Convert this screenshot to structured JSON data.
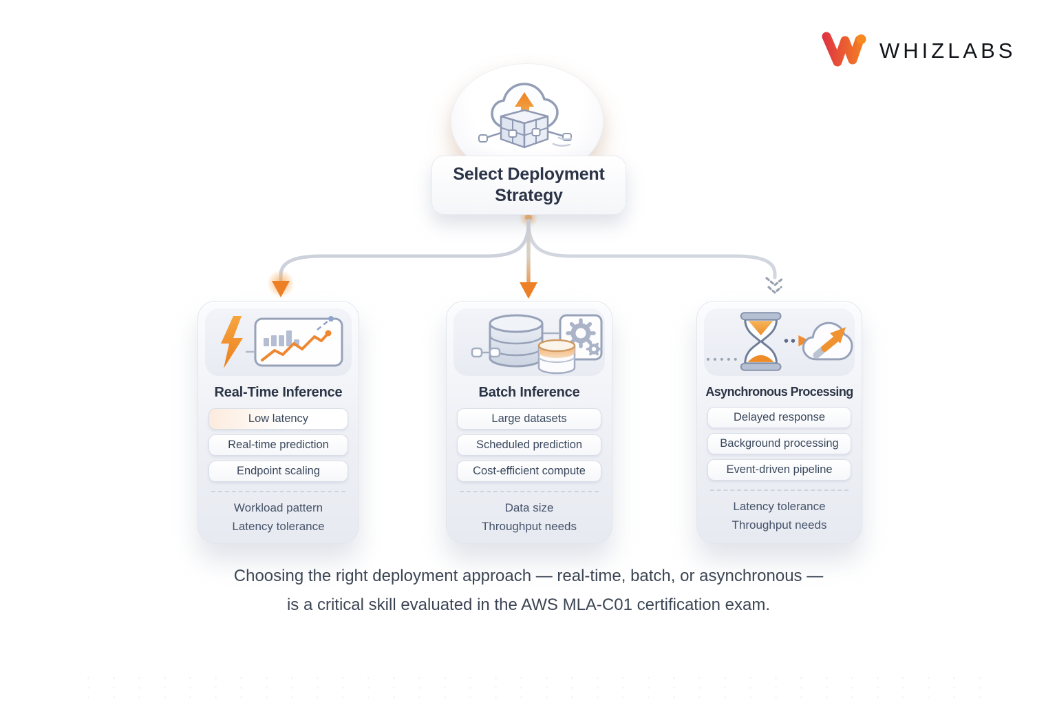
{
  "brand": {
    "name": "WHIZLABS",
    "mark_icon": "whizlabs-w-mark",
    "red": "#DE2F44",
    "orange": "#F6891F"
  },
  "root": {
    "title_line1": "Select Deployment",
    "title_line2": "Strategy",
    "icon": "cloud-deploy-upload-icon"
  },
  "flow": {
    "branches": [
      {
        "target": "realtime",
        "arrow_style": "solid-orange-glow"
      },
      {
        "target": "batch",
        "arrow_style": "solid-orange"
      },
      {
        "target": "async",
        "arrow_style": "dotted-gray-chevron"
      }
    ]
  },
  "cards": [
    {
      "id": "realtime",
      "icon": "lightning-metrics-chart-icon",
      "title": "Real-Time Inference",
      "pills": [
        "Low latency",
        "Real-time prediction",
        "Endpoint scaling"
      ],
      "criteria": [
        "Workload pattern",
        "Latency tolerance"
      ]
    },
    {
      "id": "batch",
      "icon": "database-gears-icon",
      "title": "Batch Inference",
      "pills": [
        "Large datasets",
        "Scheduled prediction",
        "Cost-efficient compute"
      ],
      "criteria": [
        "Data size",
        "Throughput needs"
      ]
    },
    {
      "id": "async",
      "icon": "hourglass-cloud-arrow-icon",
      "title": "Asynchronous Processing",
      "pills": [
        "Delayed response",
        "Background processing",
        "Event-driven pipeline"
      ],
      "criteria": [
        "Latency tolerance",
        "Throughput needs"
      ]
    }
  ],
  "caption": {
    "line1": "Choosing the right deployment approach — real-time, batch, or asynchronous —",
    "line2": "is a critical skill evaluated in the AWS MLA-C01 certification exam."
  },
  "colors": {
    "accent_orange": "#EE8730",
    "navy_text": "#2C3447",
    "muted_text": "#46536A",
    "connector_gray": "#CCD1DB",
    "icon_stroke": "#97A1B8"
  }
}
